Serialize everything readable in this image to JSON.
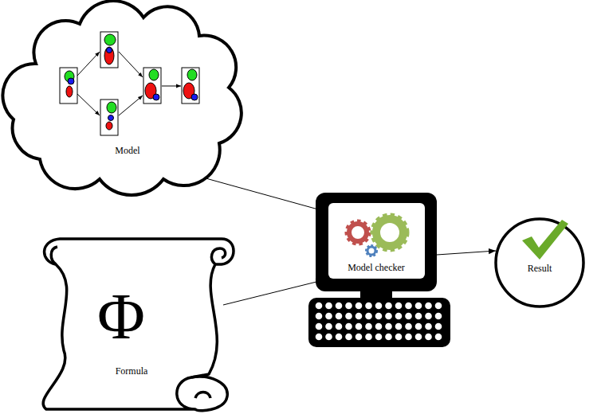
{
  "diagram": {
    "nodes": [
      {
        "text": [
          "Model"
        ]
      },
      {
        "text": [
          "Φ",
          "Formula"
        ]
      },
      {
        "text": [
          "Model checker"
        ]
      },
      {
        "text": [
          "Result"
        ]
      }
    ],
    "edges": [
      {
        "from": 0,
        "to": 2,
        "arrow": "to"
      },
      {
        "from": 1,
        "to": 2,
        "arrow": "to"
      },
      {
        "from": 2,
        "to": 3,
        "arrow": "to"
      }
    ]
  }
}
